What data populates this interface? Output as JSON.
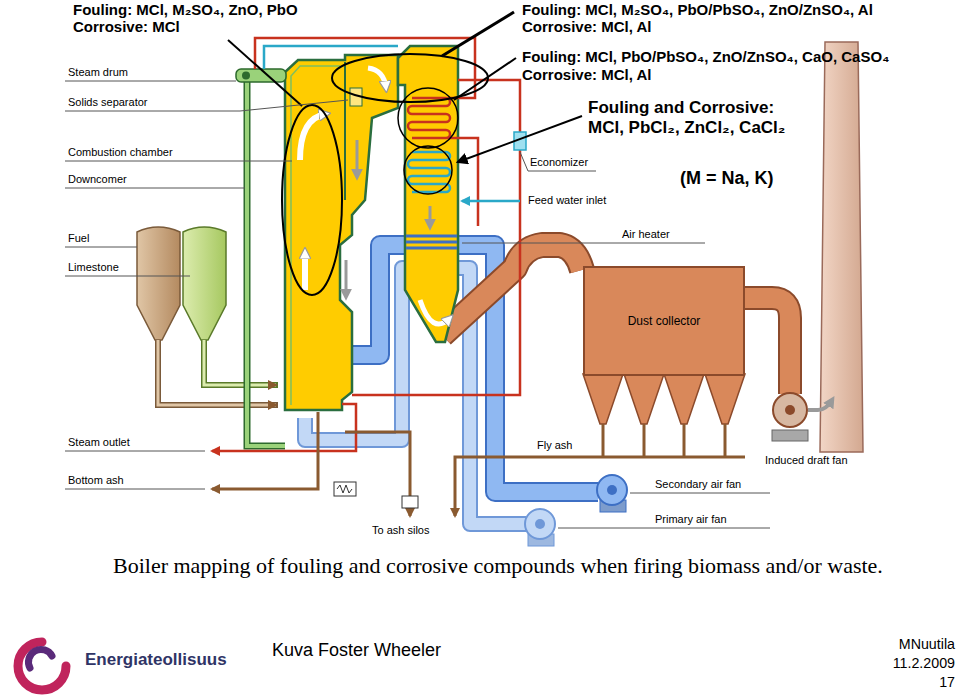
{
  "diagram": {
    "caption": "Boiler mapping of fouling and corrosive compounds when firing biomass and/or waste.",
    "nodes": [
      {
        "text": [
          "Dust collector"
        ]
      }
    ],
    "labels": [
      "Fouling: MCl, M₂SO₄, ZnO, PbO",
      "Corrosive: MCl",
      "Fouling: MCl, M₂SO₄, PbO/PbSO₄, ZnO/ZnSO₄, Al",
      "Corrosive: MCl, Al",
      "Fouling: MCl, PbO/PbSO₄, ZnO/ZnSO₄, CaO, CaSO₄",
      "Corrosive: MCl, Al",
      "Fouling and Corrosive: MCl, PbCl₂, ZnCl₂, CaCl₂",
      "(M = Na, K)",
      "Steam drum",
      "Solids separator",
      "Combustion chamber",
      "Downcomer",
      "Fuel",
      "Limestone",
      "Steam outlet",
      "Bottom ash",
      "Economizer",
      "Feed water inlet",
      "Air heater",
      "Fly ash",
      "Induced draft fan",
      "Secondary air fan",
      "Primary air fan",
      "To ash silos",
      "Energiateollisuus",
      "Kuva Foster Wheeler",
      "MNuutila",
      "11.2.2009",
      "17"
    ]
  }
}
